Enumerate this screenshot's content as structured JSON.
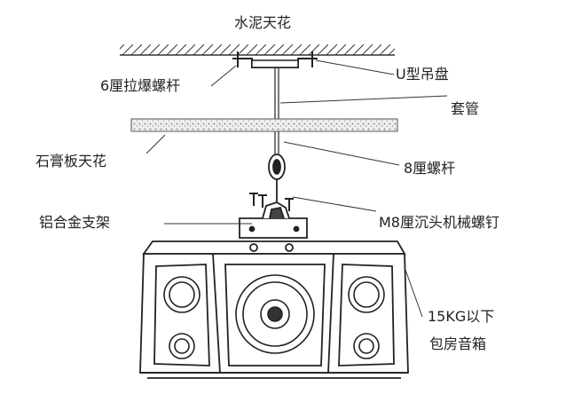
{
  "diagram": {
    "labels": {
      "ceiling": "水泥天花",
      "u_bracket": "U型吊盘",
      "expansion_bolt": "6厘拉爆螺杆",
      "sleeve": "套管",
      "gypsum_ceiling": "石膏板天花",
      "threaded_rod": "8厘螺杆",
      "aluminum_bracket": "铝合金支架",
      "countersunk_screw": "M8厘沉头机械螺钉",
      "weight_limit": "15KG以下",
      "speaker_box": "包房音箱"
    },
    "colors": {
      "line": "#333333",
      "fill": "#ffffff",
      "gypsum": "#e6e6e6"
    }
  }
}
